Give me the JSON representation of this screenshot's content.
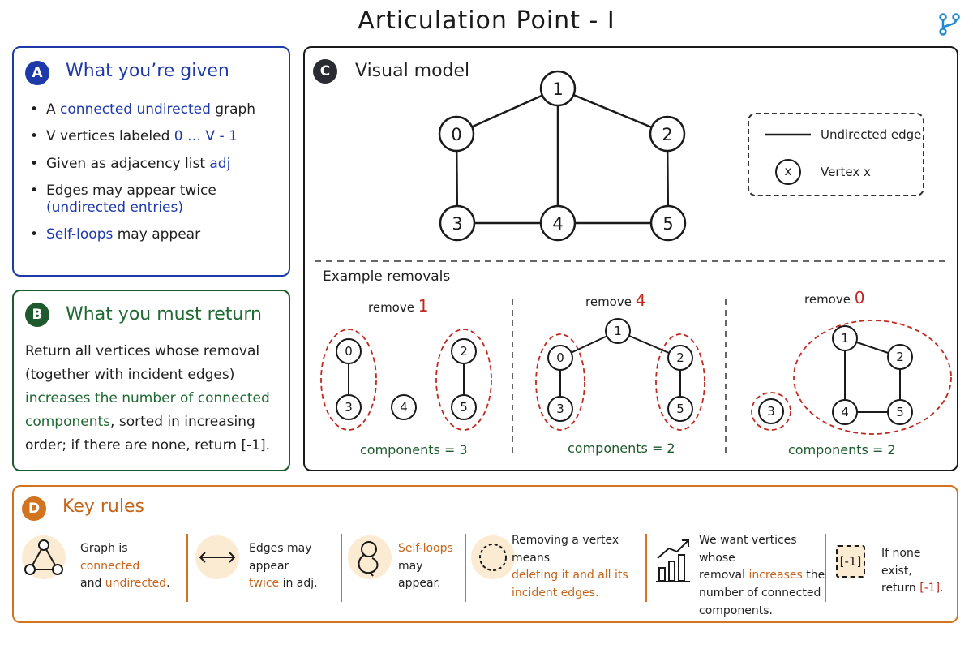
{
  "title": "Articulation Point - I",
  "panelA": {
    "badge": "A",
    "title": "What you’re given",
    "b1": {
      "pre": "A",
      "w1": "connected",
      "w2": "undirected",
      "post": "graph"
    },
    "b2": {
      "pre": "V vertices labeled",
      "range": "0 … V - 1"
    },
    "b3": {
      "pre": "Given as adjacency list",
      "var": "adj"
    },
    "b4": {
      "line1": "Edges may appear twice",
      "line2": "(undirected entries)"
    },
    "b5": {
      "hl": "Self-loops",
      "post": "may appear"
    }
  },
  "panelB": {
    "badge": "B",
    "title": "What you must return",
    "t1": "Return all vertices whose removal (together with incident edges)",
    "t2": "increases the number of connected components",
    "t3": ", sorted in increasing order; if there are none, return [-1]."
  },
  "panelC": {
    "badge": "C",
    "title": "Visual model",
    "legend_edge": "Undirected edge",
    "legend_vertex_symbol": "x",
    "legend_vertex": "Vertex x",
    "example_title": "Example removals",
    "remove_word": "remove",
    "removals": [
      {
        "removed": "1",
        "components": "components = 3"
      },
      {
        "removed": "4",
        "components": "components = 2"
      },
      {
        "removed": "0",
        "components": "components = 2"
      }
    ],
    "main_nodes": [
      "0",
      "1",
      "2",
      "3",
      "4",
      "5"
    ]
  },
  "panelD": {
    "badge": "D",
    "title": "Key rules",
    "r1": {
      "a": "Graph is",
      "b": "connected",
      "c": "and",
      "d": "undirected",
      "e": "."
    },
    "r2": {
      "a": "Edges may appear",
      "b": "twice",
      "c": "in adj."
    },
    "r3": {
      "a": "Self-loops",
      "b": "may appear."
    },
    "r4": {
      "a": "Removing a vertex means",
      "b": "deleting it and all its",
      "c": "incident edges."
    },
    "r5": {
      "a": "We want vertices whose",
      "b": "removal",
      "c": "increases",
      "d": "the",
      "e": "number of connected",
      "f": "components."
    },
    "r6": {
      "icon": "[-1]",
      "a": "If none exist,",
      "b": "return",
      "c": "[-1]."
    }
  },
  "colors": {
    "blue": "#1e3aa8",
    "green": "#1f5a2e",
    "red": "#c0291f",
    "orange": "#d2731f",
    "icon_fill": "#fcebd3",
    "corner_icon": "#1f8ad0"
  },
  "icons": [
    "branch-icon",
    "triangle-graph-icon",
    "double-arrow-icon",
    "self-loop-icon",
    "dashed-circle-icon",
    "rising-bar-chart-icon",
    "bracket-minus-one-icon"
  ]
}
